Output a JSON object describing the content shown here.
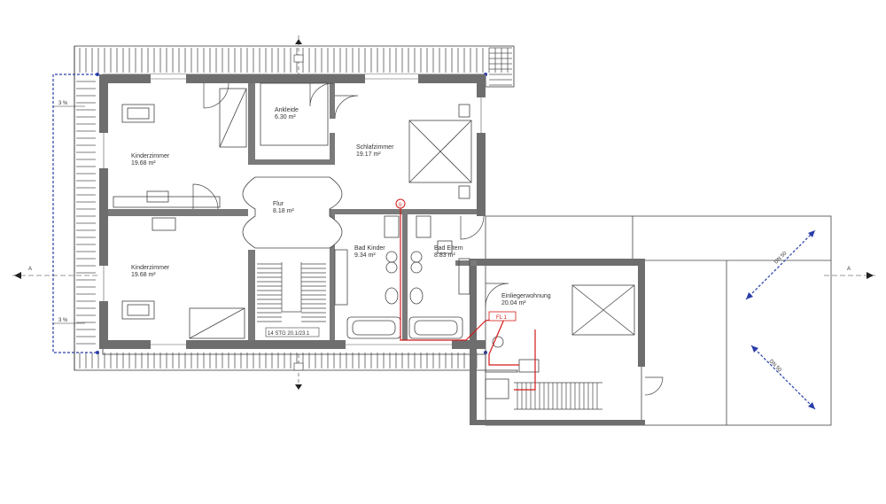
{
  "colors": {
    "wall": "#6e6e6e",
    "line": "#4a4a4a",
    "thin": "#7a7a7a",
    "pipe": "#d41a1a",
    "accent": "#2a3ea8"
  },
  "rooms": [
    {
      "key": "kinder1",
      "name": "Kinderzimmer",
      "area": "19.68 m²"
    },
    {
      "key": "ankleide",
      "name": "Ankleide",
      "area": "6.30 m²"
    },
    {
      "key": "schlaf",
      "name": "Schlafzimmer",
      "area": "19.17 m²"
    },
    {
      "key": "flur",
      "name": "Flur",
      "area": "8.18 m²"
    },
    {
      "key": "badkinder",
      "name": "Bad Kinder",
      "area": "9.34 m²"
    },
    {
      "key": "badeltern",
      "name": "Bad Eltern",
      "area": "8.83 m²"
    },
    {
      "key": "kinder2",
      "name": "Kinderzimmer",
      "area": "19.68 m²"
    },
    {
      "key": "einlieger",
      "name": "Einliegerwohnung",
      "area": "20.04 m²"
    }
  ],
  "stair": {
    "label": "14 STG 20.1/23.1"
  },
  "slope": {
    "top": "3 %",
    "bottom": "3 %"
  },
  "section": {
    "left": "A",
    "right": "A"
  },
  "markers": {
    "circle": "①",
    "pipe_tag": "FL 1"
  },
  "terrace": {
    "label_upper": "DN 50",
    "label_lower": "DN 50"
  }
}
